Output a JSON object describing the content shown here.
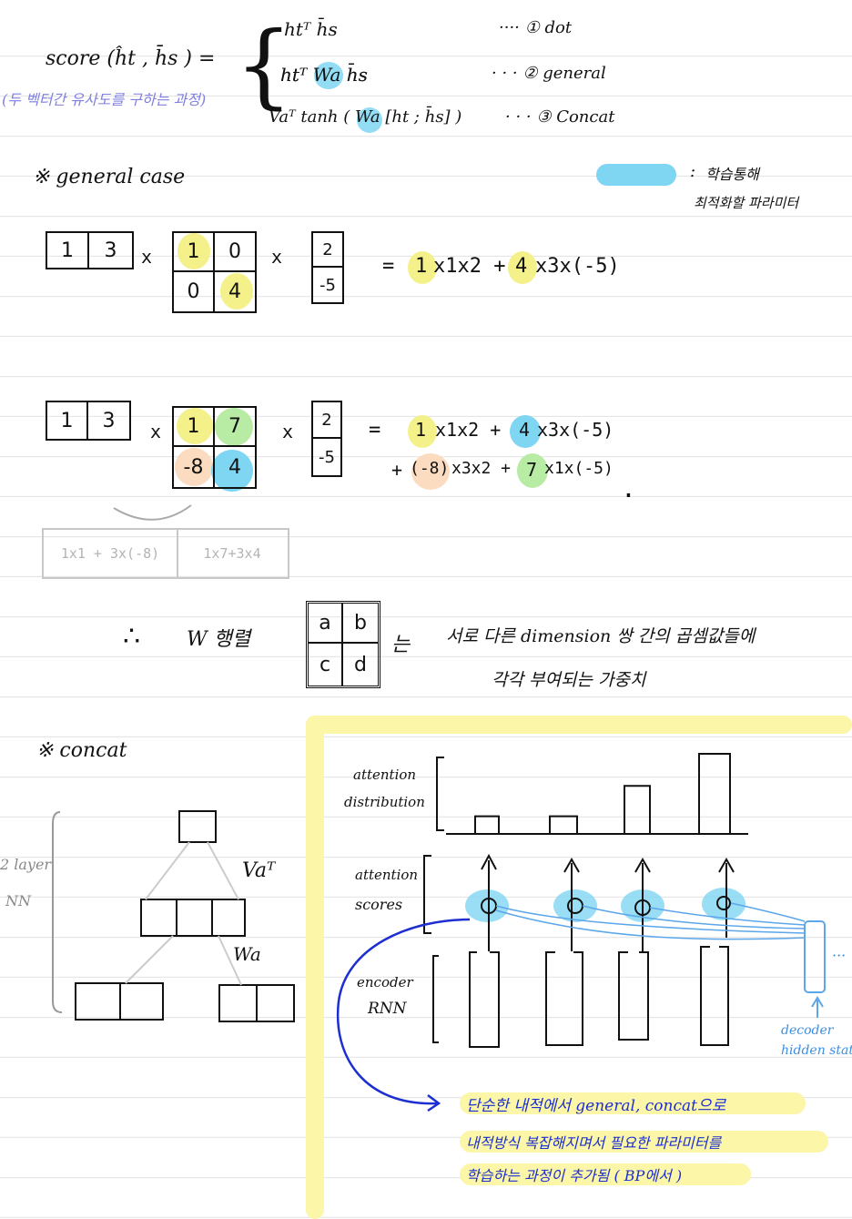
{
  "score": {
    "lhs": "score (ĥt , h̄s ) =",
    "subtitle": "(두 벡터간 유사도를 구하는 과정)",
    "formula_dot": "htᵀ h̄s",
    "formula_general": "htᵀ Wa h̄s",
    "formula_concat": "Vaᵀ tanh ( Wa [ht ; h̄s] )",
    "label_dot": "···· ① dot",
    "label_general": "· · · ② general",
    "label_concat": "· · · ③ Concat"
  },
  "legend": {
    "colon": ":",
    "line1": "학습통해",
    "line2": "최적화할 파라미터",
    "color": "#7fd6f2"
  },
  "general_case": {
    "heading": "※ general case",
    "ex1": {
      "row": [
        "1",
        "3"
      ],
      "matrix": [
        "1",
        "0",
        "0",
        "4"
      ],
      "col": [
        "2",
        "-5"
      ],
      "times1": "x",
      "times2": "x",
      "result_eq": "=",
      "result_1": "1",
      "result_2": "x1x2 +",
      "result_3": "4",
      "result_4": "x3x(-5)"
    },
    "ex2": {
      "row": [
        "1",
        "3"
      ],
      "matrix": [
        "1",
        "7",
        "-8",
        "4"
      ],
      "col": [
        "2",
        "-5"
      ],
      "times1": "x",
      "times2": "x",
      "line1_eq": "=",
      "line1_a": "1",
      "line1_b": "x1x2 +",
      "line1_c": "4",
      "line1_d": "x3x(-5)",
      "line2_a": "+",
      "line2_b": "(-8)",
      "line2_c": "x3x2 +",
      "line2_d": "7",
      "line2_e": "x1x(-5)",
      "dot": "."
    },
    "product_row": [
      "1x1 + 3x(-8)",
      "1x7+3x4"
    ]
  },
  "w_note": {
    "therefore": "∴",
    "w_label": "W 행렬",
    "matrix": [
      "a",
      "b",
      "c",
      "d"
    ],
    "suffix": "는",
    "line1": "서로 다른 dimension 쌍 간의 곱셈값들에",
    "line2": "각각 부여되는 가중치"
  },
  "concat": {
    "heading": "※ concat",
    "side_label_1": "2 layer",
    "side_label_2": "NN",
    "va_label": "Vaᵀ",
    "wa_label": "Wa"
  },
  "attention_diagram": {
    "attention_distribution_1": "attention",
    "attention_distribution_2": "distribution",
    "attention_scores_1": "attention",
    "attention_scores_2": "scores",
    "encoder_rnn_1": "encoder",
    "encoder_rnn_2": "RNN",
    "decoder_1": "decoder",
    "decoder_2": "hidden state",
    "ellipsis": "···",
    "bar_levels": [
      0.22,
      0.22,
      0.6,
      1.0
    ]
  },
  "summary": {
    "line1": "단순한 내적에서 general, concat으로",
    "line2": "내적방식 복잡해지며서 필요한 파라미터를",
    "line3": "학습하는 과정이 추가됨 ( BP에서 )"
  }
}
